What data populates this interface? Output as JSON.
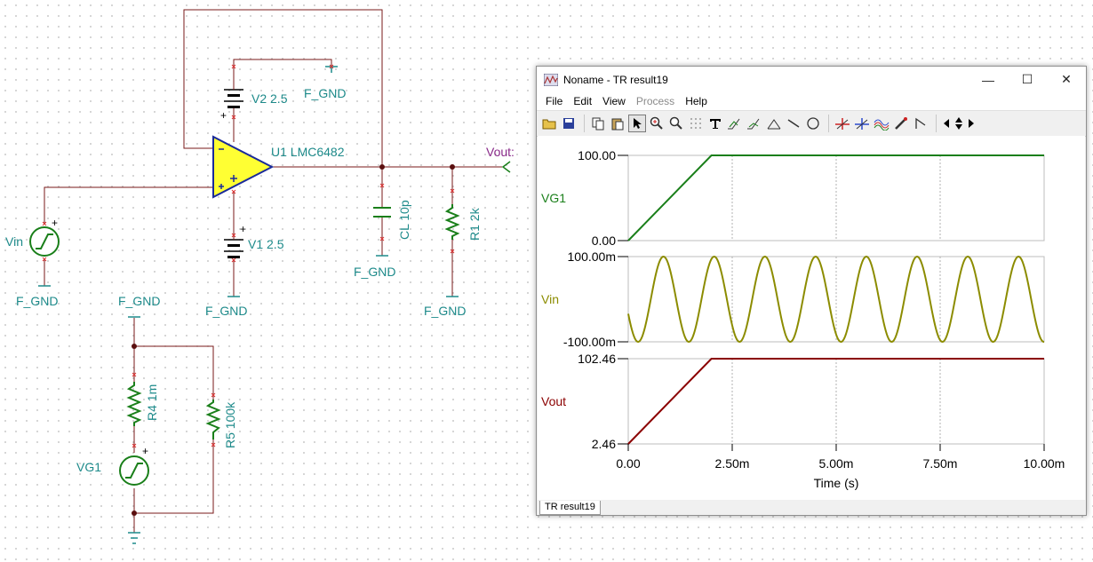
{
  "schematic": {
    "labels": {
      "v2": "V2 2.5",
      "fgnd_v2": "F_GND",
      "opamp": "U1 LMC6482",
      "vout": "Vout:",
      "v1": "V1 2.5",
      "fgnd_v1": "F_GND",
      "vin": "Vin",
      "fgnd_vin": "F_GND",
      "cl": "CL 10p",
      "fgnd_cl": "F_GND",
      "r1": "R1 2k",
      "fgnd_r1": "F_GND",
      "fgnd_top": "F_GND",
      "r4": "R4 1m",
      "r5": "R5 100k",
      "vg1": "VG1"
    },
    "plus_sign": "+",
    "minus_sign": "−"
  },
  "window": {
    "title": "Noname - TR result19",
    "controls": {
      "minimize": "—",
      "maximize": "☐",
      "close": "✕"
    },
    "menu": [
      "File",
      "Edit",
      "View",
      "Process",
      "Help"
    ],
    "menu_disabled": "Process",
    "toolbar_icons": [
      "open-icon",
      "save-icon",
      "copy-icon",
      "paste-icon",
      "pointer-icon",
      "zoom-in-icon",
      "zoom-100-icon",
      "grid-icon",
      "text-icon",
      "cursor-a-icon",
      "cursor-b-icon",
      "formula-icon",
      "line-icon",
      "circle-icon",
      "marker-a-icon",
      "marker-b-icon",
      "curves-icon",
      "pen-icon",
      "corner-icon",
      "scroll-left-icon",
      "scroll-updown-icon",
      "scroll-right-icon"
    ],
    "status_tab": "TR result19"
  },
  "chart_data": {
    "type": "line",
    "xlabel": "Time (s)",
    "xlim": [
      0,
      0.01
    ],
    "x_ticks": [
      "0.00",
      "2.50m",
      "5.00m",
      "7.50m",
      "10.00m"
    ],
    "grid": "vertical dotted",
    "panels": [
      {
        "name": "VG1",
        "color": "#1a7f1a",
        "ylim": [
          0,
          100
        ],
        "y_ticks": [
          "100.00",
          "0.00"
        ],
        "x": [
          0,
          0.002,
          0.01
        ],
        "y": [
          0,
          100,
          100
        ]
      },
      {
        "name": "Vin",
        "color": "#8c8c00",
        "ylim": [
          -0.1,
          0.1
        ],
        "y_ticks": [
          "100.00m",
          "-100.00m"
        ],
        "waveform": "sine",
        "amplitude": 0.1,
        "frequency_hz": 820,
        "phase_deg": 200
      },
      {
        "name": "Vout",
        "color": "#8b0000",
        "ylim": [
          2.46,
          102.46
        ],
        "y_ticks": [
          "102.46",
          "2.46"
        ],
        "x": [
          0,
          0.002,
          0.01
        ],
        "y": [
          2.46,
          102.46,
          102.46
        ]
      }
    ]
  }
}
